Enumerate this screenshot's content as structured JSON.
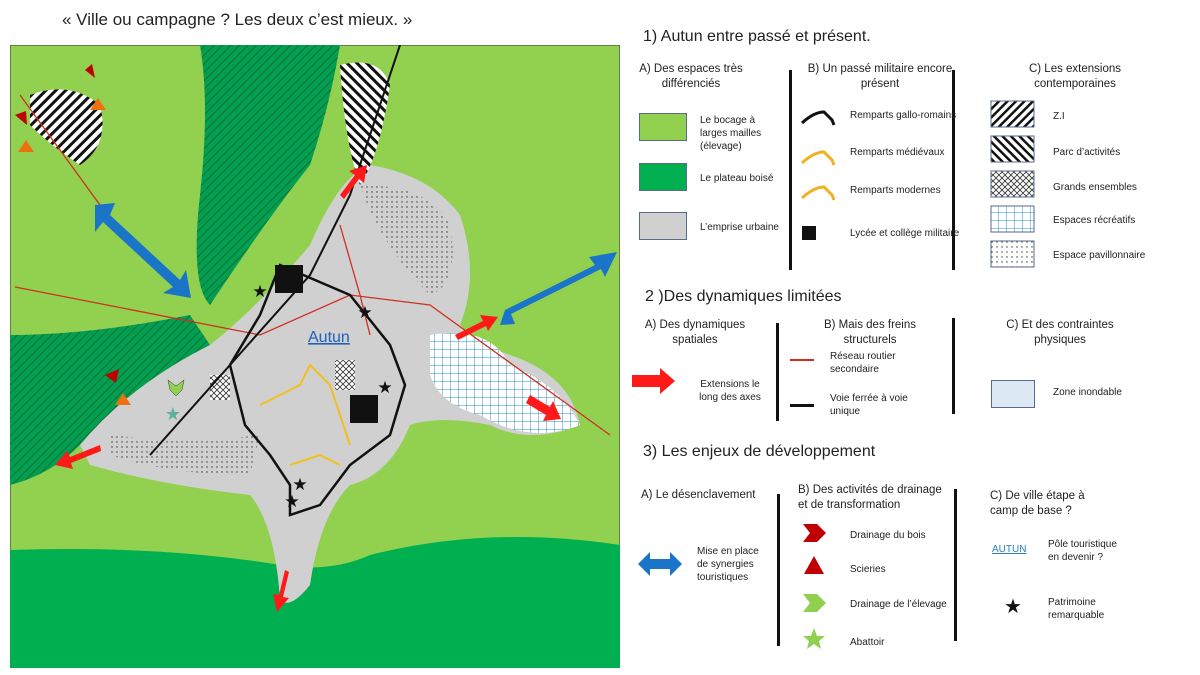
{
  "title": "« Ville ou campagne ? Les deux c’est mieux. »",
  "map": {
    "city_label": "Autun"
  },
  "colors": {
    "bocage": "#92d050",
    "plateau": "#00b050",
    "urbain": "#d0d0d0",
    "route": "#d03020",
    "extension": "#ff1a1a",
    "synergie": "#1a75c8",
    "drainage_bois": "#c00000",
    "drainage_elevage": "#8fd14f",
    "recreatif": "#2e8fc0"
  },
  "legend": {
    "s1": {
      "title": "1) Autun entre passé et présent.",
      "a": {
        "title": "A) Des espaces très différenciés",
        "items": [
          "Le bocage à larges mailles (élevage)",
          "Le plateau boisé",
          "L’emprise urbaine"
        ]
      },
      "b": {
        "title": "B) Un passé militaire encore présent",
        "items": [
          "Remparts gallo-romains",
          "Remparts médiévaux",
          "Remparts modernes",
          "Lycée et collège militaire"
        ]
      },
      "c": {
        "title": "C) Les extensions contemporaines",
        "items": [
          "Z.I",
          "Parc d’activités",
          "Grands ensembles",
          "Espaces récréatifs",
          "Espace pavillonnaire"
        ]
      }
    },
    "s2": {
      "title": "2 )Des dynamiques limitées",
      "a": {
        "title": "A) Des dynamiques spatiales",
        "items": [
          "Extensions le long des axes"
        ]
      },
      "b": {
        "title": "B) Mais des freins structurels",
        "items": [
          "Réseau routier secondaire",
          "Voie ferrée à voie unique"
        ]
      },
      "c": {
        "title": "C) Et des contraintes physiques",
        "items": [
          "Zone inondable"
        ]
      }
    },
    "s3": {
      "title": "3) Les enjeux de développement",
      "a": {
        "title": "A) Le désenclavement",
        "items": [
          "Mise en place de synergies touristiques"
        ]
      },
      "b": {
        "title": "B) Des activités de drainage et de transformation",
        "items": [
          "Drainage du bois",
          "Scieries",
          "Drainage de l’élevage",
          "Abattoir"
        ]
      },
      "c": {
        "title": "C) De ville étape à camp de base ?",
        "autun_sample": "AUTUN",
        "items": [
          "Pôle touristique en devenir ?",
          "Patrimoine remarquable"
        ]
      }
    }
  }
}
